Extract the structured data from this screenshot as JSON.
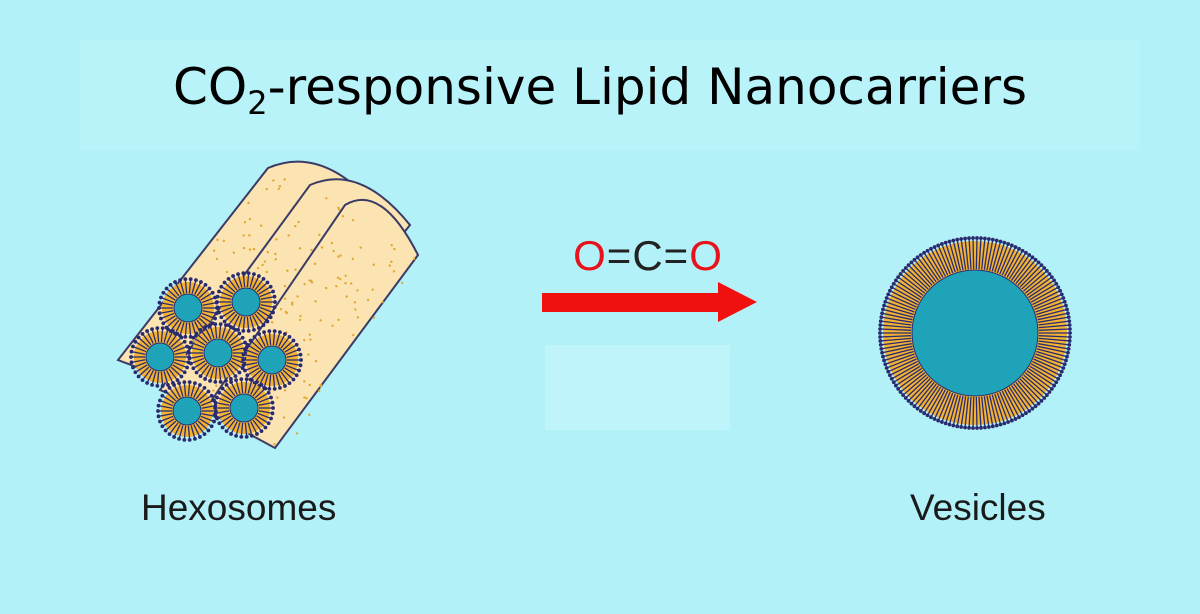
{
  "title": {
    "prefix": "CO",
    "subscript": "2",
    "suffix": "-responsive Lipid Nanocarriers"
  },
  "molecule": {
    "left_atom": "O",
    "bond_1": "=",
    "center_atom": "C",
    "bond_2": "=",
    "right_atom": "O"
  },
  "labels": {
    "left": "Hexosomes",
    "right": "Vesicles"
  },
  "colors": {
    "background": "#b3f1f9",
    "arrow": "#f01010",
    "oxygen": "#e8121b",
    "core": "#1fa3b8",
    "lipid_head": "#f2b233",
    "lipid_tail": "#2a2b6e",
    "cylinder": "#fbe3b2"
  },
  "icons": [
    "hexosome-illustration",
    "reaction-arrow-icon",
    "vesicle-illustration"
  ]
}
